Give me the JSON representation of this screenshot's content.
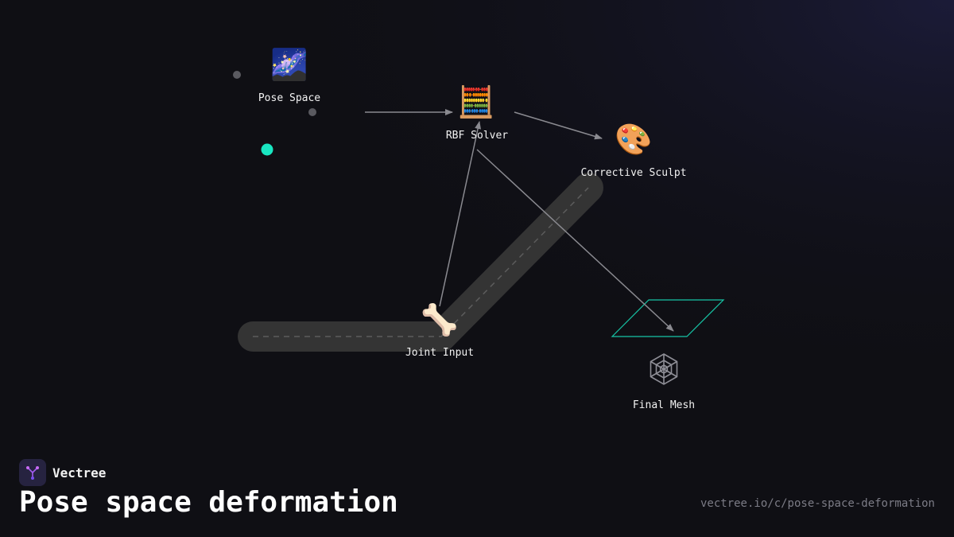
{
  "brand": {
    "name": "Vectree",
    "logo_icon": "vectree-logo-icon"
  },
  "title": "Pose space deformation",
  "url": "vectree.io/c/pose-space-deformation",
  "colors": {
    "background": "#0f0f14",
    "accent": "#19e6c1",
    "edge": "#8a8a90",
    "track": "#343434",
    "label": "#f2f2f2",
    "muted": "#7c7c86"
  },
  "nodes": [
    {
      "id": "pose-space",
      "label": "Pose Space",
      "icon": "galaxy-icon",
      "glyph": "🌌"
    },
    {
      "id": "rbf-solver",
      "label": "RBF Solver",
      "icon": "abacus-icon",
      "glyph": "🧮"
    },
    {
      "id": "corrective-sculpt",
      "label": "Corrective Sculpt",
      "icon": "palette-icon",
      "glyph": "🎨"
    },
    {
      "id": "joint-input",
      "label": "Joint Input",
      "icon": "bone-icon",
      "glyph": "🦴"
    },
    {
      "id": "final-mesh",
      "label": "Final Mesh",
      "icon": "web-mesh-icon",
      "glyph": "🕸️"
    }
  ],
  "edges": [
    {
      "from": "pose-space",
      "to": "rbf-solver"
    },
    {
      "from": "rbf-solver",
      "to": "corrective-sculpt"
    },
    {
      "from": "joint-input",
      "to": "rbf-solver"
    },
    {
      "from": "rbf-solver",
      "to": "final-mesh"
    }
  ]
}
